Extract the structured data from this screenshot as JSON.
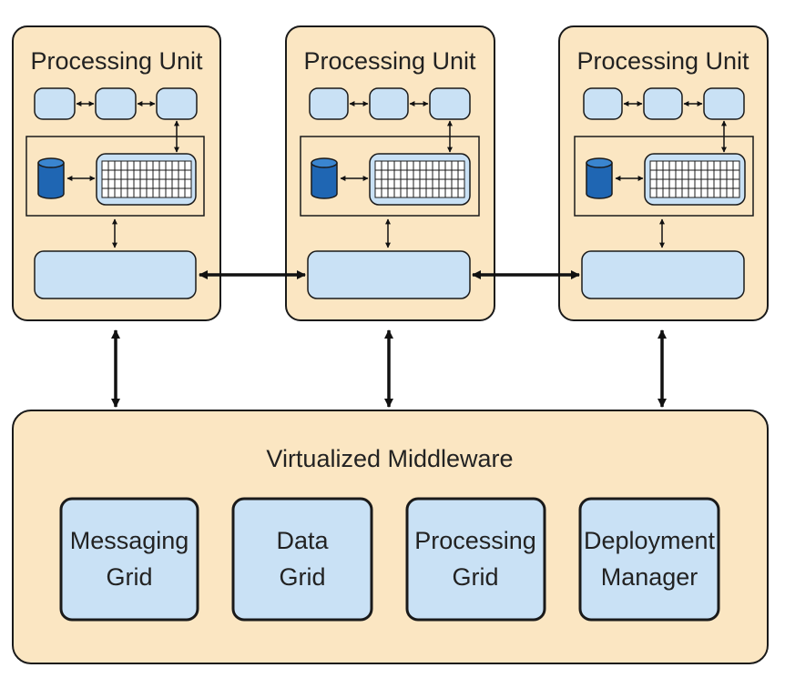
{
  "colors": {
    "panel_fill": "#fbe6c2",
    "panel_stroke": "#1a1a1a",
    "box_fill": "#c9e1f5",
    "box_stroke": "#1a1a1a",
    "cylinder_fill": "#1f66b3",
    "arrow": "#111111"
  },
  "processing_units": [
    {
      "title": "Processing Unit"
    },
    {
      "title": "Processing Unit"
    },
    {
      "title": "Processing Unit"
    }
  ],
  "middleware": {
    "title": "Virtualized Middleware",
    "components": [
      {
        "line1": "Messaging",
        "line2": "Grid"
      },
      {
        "line1": "Data",
        "line2": "Grid"
      },
      {
        "line1": "Processing",
        "line2": "Grid"
      },
      {
        "line1": "Deployment",
        "line2": "Manager"
      }
    ]
  }
}
